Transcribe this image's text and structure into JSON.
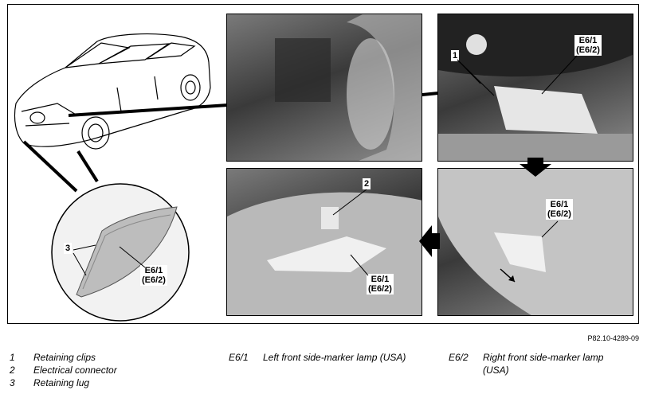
{
  "callouts": {
    "c1": "1",
    "c2": "2",
    "c3": "3",
    "lamp_a": "E6/1",
    "lamp_b": "(E6/2)"
  },
  "reference": "P82.10-4289-09",
  "legend": {
    "col1": [
      {
        "code": "1",
        "text": "Retaining clips"
      },
      {
        "code": "2",
        "text": "Electrical connector"
      },
      {
        "code": "3",
        "text": "Retaining lug"
      }
    ],
    "col2": [
      {
        "code": "E6/1",
        "text": "Left front side-marker lamp (USA)"
      }
    ],
    "col3": [
      {
        "code": "E6/2",
        "text": "Right front side-marker lamp (USA)"
      }
    ]
  }
}
